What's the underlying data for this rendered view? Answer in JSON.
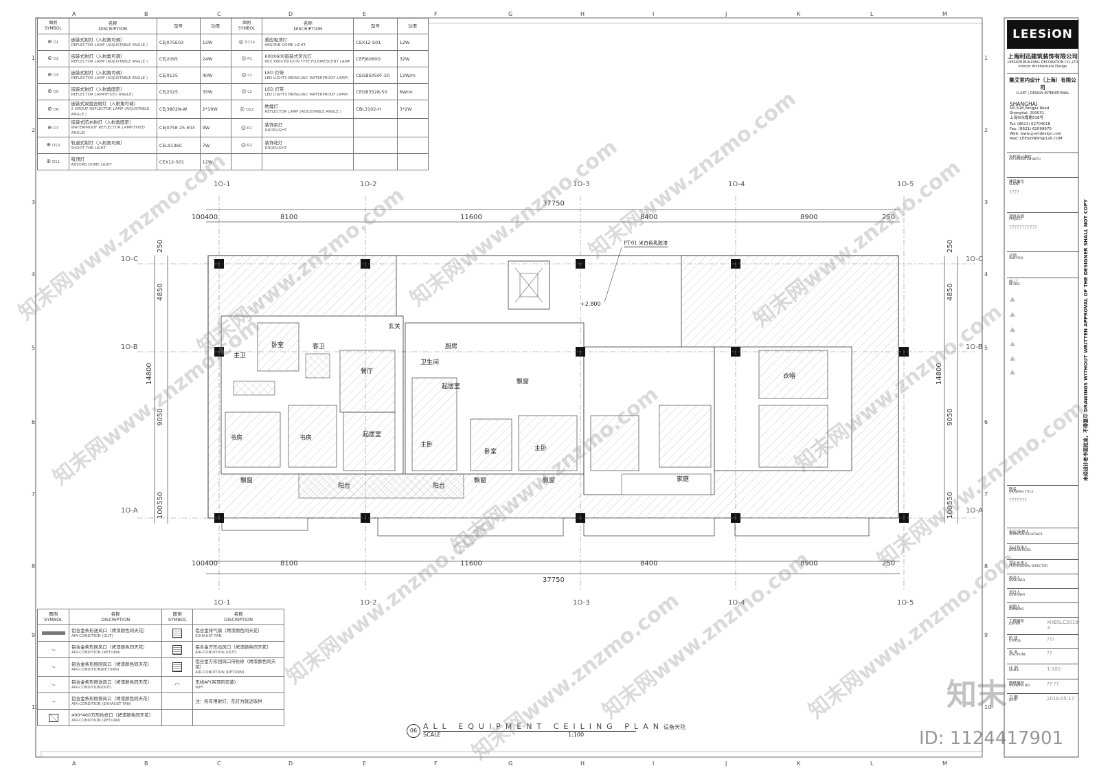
{
  "grid_letters_top": [
    "A",
    "B",
    "C",
    "D",
    "E",
    "F",
    "G",
    "H",
    "I",
    "J",
    "K",
    "L",
    "M"
  ],
  "grid_numbers_left": [
    "1",
    "2",
    "3",
    "4",
    "5",
    "6",
    "7",
    "8",
    "9",
    "10"
  ],
  "legend_top": {
    "headers": {
      "symbol_cn": "图例",
      "symbol_en": "SYMBOL",
      "name_cn": "名称",
      "name_en": "DISCRIPTION",
      "model": "型号",
      "power": "功率"
    },
    "left_rows": [
      {
        "code": "D1",
        "cn": "嵌装式射灯（入射角可调）",
        "en": "REFLECTOR LAMP (ADJUSTABLE ANGLE )",
        "model": "CEJ075E03",
        "power": "12W"
      },
      {
        "code": "D2",
        "cn": "嵌装式射灯（入射角可调）",
        "en": "REFLECTOR LAMP (ADJUSTABLE ANGLE )",
        "model": "CEJ2095",
        "power": "24W"
      },
      {
        "code": "D3",
        "cn": "嵌装式射灯（入射角可调）",
        "en": "REFLECTOR LAMP (ADJUSTABLE ANGLE )",
        "model": "CEJ0125",
        "power": "40W"
      },
      {
        "code": "D5",
        "cn": "嵌装式射灯（入射角固定）",
        "en": "REFLECTOR LAMP(FIXED ANGLE)",
        "model": "CEJ2025",
        "power": "35W"
      },
      {
        "code": "D6",
        "cn": "嵌装式双组合射灯（入射角可调）",
        "en": "2 GROUP REFLECTOR LAMP (ADJUSTABLE ANGLE )",
        "model": "CEJ3802N-W",
        "power": "2*19W"
      },
      {
        "code": "D7",
        "cn": "嵌装式防水射灯（入射角固定）",
        "en": "WATERPROOF REFLECTOR LAMP(FIXED ANGLE)",
        "model": "CEJ075E 25 E03",
        "power": "9W"
      },
      {
        "code": "D10",
        "cn": "轨道式射灯（入射角可调）",
        "en": "SHOOT THE LIGHT",
        "model": "CEL9136C",
        "power": "7W"
      },
      {
        "code": "D11",
        "cn": "吸顶灯",
        "en": "ABSORB DOME LIGHT",
        "model": "CEX12-S01",
        "power": "12W"
      }
    ],
    "right_rows": [
      {
        "code": "D11a",
        "cn": "感应吸顶灯",
        "en": "ABSORB DOME LIGHT",
        "model": "CEX12-S01",
        "power": "12W"
      },
      {
        "code": "P1",
        "cn": "600X600嵌装式荧光灯",
        "en": "600 X600 BUILT-IN TYPE FLUORESCENT LAMP",
        "model": "CEPJ6060G",
        "power": "32W"
      },
      {
        "code": "L1",
        "cn": "LED 灯带",
        "en": "LED LIGHTS BRING(WC WATERPROOF LAMP)",
        "model": "CEGB5050F-50",
        "power": "12W/m"
      },
      {
        "code": "L2",
        "cn": "LED 灯带",
        "en": "LED LIGHTS BRING(WC WATERPROOF LAMP)",
        "model": "CEGB3528-50",
        "power": "6W/m"
      },
      {
        "code": "D12",
        "cn": "地埋灯",
        "en": "REFLECTOR LAMP (ADJUSTABLE ANGLE )",
        "model": "CBL3102-H",
        "power": "3*2W"
      },
      {
        "code": "R1",
        "cn": "装饰吊灯",
        "en": "DROPLIGHT",
        "model": "",
        "power": ""
      },
      {
        "code": "R2",
        "cn": "装饰花灯",
        "en": "DROPLIGHT",
        "model": "",
        "power": ""
      },
      {
        "code": "",
        "cn": "",
        "en": "",
        "model": "",
        "power": ""
      }
    ]
  },
  "legend_bottom": {
    "headers": {
      "symbol_cn": "图例",
      "symbol_en": "SYMBOL",
      "name_cn": "名称",
      "name_en": "DISCRIPTION"
    },
    "left_rows": [
      {
        "cn": "铝合金条形送风口（烤漆颜色同天花）",
        "en": "AIR-CONDITION (OUT)"
      },
      {
        "cn": "铝合金条形回风口（烤漆颜色同天花）",
        "en": "AIR-CONDITION (RETURN)"
      },
      {
        "cn": "铝合金条形侧回风口（烤漆颜色同天花）",
        "en": "AIR-CONDITION(RETURN)"
      },
      {
        "cn": "铝合金条形侧送风口（烤漆颜色同天花）",
        "en": "AIR-CONDITION(OUT)"
      },
      {
        "cn": "铝合金条形侧排风口（烤漆颜色同天花）",
        "en": "AIR-CONDITION (EXHAUST FAN)"
      },
      {
        "cn": "400*400方形检修口（烤漆颜色同天花）",
        "en": "AIR-CONDITION (RETURN)"
      }
    ],
    "right_rows": [
      {
        "cn": "铝合金排气扇（烤漆颜色同天花）",
        "en": "EXHAUST FAN"
      },
      {
        "cn": "铝合金方形出风口（烤漆颜色同天花）",
        "en": "AIR-CONDITION (OUT)"
      },
      {
        "cn": "铝合金方形回风口带检修（烤漆颜色同天花）",
        "en": "AIR-CONDITION (RETURN)"
      },
      {
        "cn": "无线AP(吊顶内安装)",
        "en": "WIFI"
      },
      {
        "cn": "注：所有用射灯、花灯为就近取供",
        "en": ""
      },
      {
        "cn": "",
        "en": ""
      }
    ]
  },
  "plan": {
    "axis_top": [
      "1O-1",
      "1O-2",
      "1O-3",
      "1O-4",
      "1O-5"
    ],
    "axis_side_left": [
      "1O-C",
      "1O-B",
      "1O-A"
    ],
    "axis_side_right": [
      "1O-C",
      "1O-B",
      "1O-A"
    ],
    "total_width": "37750",
    "segments_top": [
      "100",
      "400",
      "8100",
      "11600",
      "8400",
      "8900",
      "250"
    ],
    "left_dims": [
      "250",
      "4850",
      "14800",
      "9050",
      "100",
      "550"
    ],
    "right_dims": [
      "250",
      "4850",
      "14800",
      "9050",
      "100",
      "550"
    ],
    "ceiling_note": "PT-01 米白色乳胶漆",
    "ceiling_height": "+2.800",
    "rooms": [
      "卧室",
      "书房",
      "主卫",
      "餐厅",
      "客卫",
      "玄关",
      "厨房",
      "卫生间",
      "起居室",
      "书房",
      "主卧",
      "卧室",
      "起居室",
      "主卧",
      "飘窗",
      "阳台",
      "阳台",
      "飘窗",
      "飘窗",
      "飘窗",
      "家庭",
      "衣帽"
    ]
  },
  "drawing_title": {
    "number": "06",
    "title": "ALL EQUIPMENT CEILING PLAN",
    "title_cn": "设备天花",
    "scale_label": "SCALE",
    "scale": "1:100"
  },
  "title_block": {
    "logo": "LEESiON",
    "company_cn": "上海利迅建筑装饰有限公司",
    "company_en": "LEESION BUILDING DECORATION CO.,LTD",
    "company_sub": "Interior Architectural Design",
    "partner_cn": "集艾室内设计（上海）有限公司",
    "partner_en": "G-ART | DESIGN INTERATIONAL",
    "city": "SHANGHAI",
    "address": [
      "NO.518,YongJia Road",
      "Shanghai, 200031",
      "上海市永嘉路518号"
    ],
    "tel": "Tel:   (8621) 62704018",
    "fax": "Fax:   (8621) 62099670",
    "web": "Web:   www.g-artdesign.com",
    "mail": "Mail:  LEESIONSH@126.COM",
    "rows": [
      {
        "cn": "合作设计单位",
        "en": "CO-OPERATED WITH",
        "val": ""
      },
      {
        "cn": "建设单位",
        "en": "CLIENT",
        "val": "????"
      },
      {
        "cn": "项目名称",
        "en": "PROJECT",
        "val": "???????????"
      },
      {
        "cn": "子项",
        "en": "SUB-PRO.",
        "val": ""
      },
      {
        "cn": "修 订",
        "en": "REVISE",
        "val": ""
      },
      {
        "cn": "图名",
        "en": "DRAWING TITLE",
        "val": "???????"
      },
      {
        "cn": "审定/审核人",
        "en": "APPROVAL/REVIEWER",
        "val": ""
      },
      {
        "cn": "设计负责人",
        "en": "DESIGN HEAD",
        "val": ""
      },
      {
        "cn": "专业负责人",
        "en": "PROFESIONAL DIRECTOR",
        "val": ""
      },
      {
        "cn": "校对人",
        "en": "DESIGNER",
        "val": ""
      },
      {
        "cn": "设计人",
        "en": "DESIGNER",
        "val": ""
      },
      {
        "cn": "绘图人",
        "en": "DRAWING",
        "val": ""
      },
      {
        "cn": "工程编号",
        "en": "JOB NO.",
        "val": "XHBSLC2018-3"
      },
      {
        "cn": "阶 段",
        "en": "STATUS",
        "val": "???"
      },
      {
        "cn": "专 业",
        "en": "DISCIPLINE",
        "val": "??"
      },
      {
        "cn": "比 例",
        "en": "SCALE",
        "val": "1:100"
      },
      {
        "cn": "图纸编号",
        "en": "DRAWING NO.",
        "val": "??-??"
      },
      {
        "cn": "日 期",
        "en": "DATE",
        "val": "2018.05.17"
      }
    ],
    "side_text": "未经设计者书面批准，不得复印  DRAWINGS WITHOUT WRITTEN APPROVAL OF THE DESIGNER SHALL NOT COPY"
  },
  "watermark": {
    "site": "知末网www.znzmo.com",
    "brand": "知末",
    "id": "ID: 1124417901"
  }
}
